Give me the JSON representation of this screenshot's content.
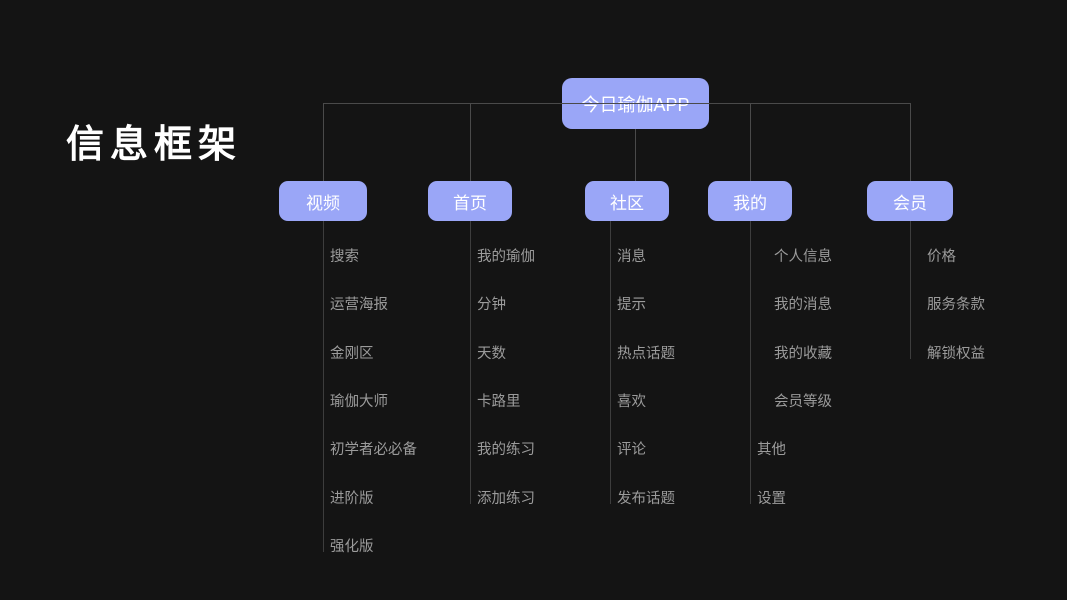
{
  "slide": {
    "title": "信息框架",
    "background_color": "#141414",
    "node_color": "#9aa6f7",
    "node_text_color": "#ffffff",
    "leaf_text_color": "#9b9b9b",
    "line_color": "#4a4a4a"
  },
  "root": {
    "label": "今日瑜伽APP"
  },
  "columns": [
    {
      "label": "视频",
      "items": [
        "搜索",
        "运营海报",
        "金刚区",
        "瑜伽大师",
        "初学者必必备",
        "进阶版",
        "强化版"
      ]
    },
    {
      "label": "首页",
      "items": [
        "我的瑜伽",
        "分钟",
        "天数",
        "卡路里",
        "我的练习",
        "添加练习"
      ]
    },
    {
      "label": "社区",
      "items": [
        "消息",
        "提示",
        "热点话题",
        "喜欢",
        "评论",
        "发布话题"
      ]
    },
    {
      "label": "我的",
      "items": [
        "个人信息",
        "我的消息",
        "我的收藏",
        "会员等级",
        "其他",
        "设置"
      ]
    },
    {
      "label": "会员",
      "items": [
        "价格",
        "服务条款",
        "解锁权益"
      ]
    }
  ]
}
